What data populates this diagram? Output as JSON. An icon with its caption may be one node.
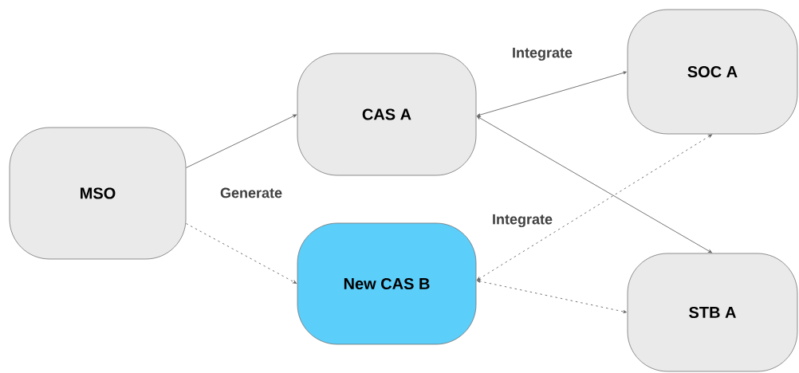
{
  "diagram": {
    "nodes": [
      {
        "text": [
          "MSO"
        ]
      },
      {
        "text": [
          "CAS A"
        ]
      },
      {
        "text": [
          "New CAS B"
        ]
      },
      {
        "text": [
          "SOC A"
        ]
      },
      {
        "text": [
          "STB A"
        ]
      }
    ],
    "edges": [
      {
        "from": 0,
        "to": 1,
        "arrow": "to"
      },
      {
        "from": 0,
        "to": 2,
        "arrow": "to",
        "style": "dashed"
      },
      {
        "from": 1,
        "to": 3,
        "arrow": "both"
      },
      {
        "from": 1,
        "to": 4,
        "arrow": "both"
      },
      {
        "from": 2,
        "to": 3,
        "arrow": "both",
        "style": "dashed"
      },
      {
        "from": 2,
        "to": 4,
        "arrow": "both",
        "style": "dashed"
      }
    ],
    "labels": [
      "Integrate",
      "Generate",
      "Integrate"
    ]
  }
}
